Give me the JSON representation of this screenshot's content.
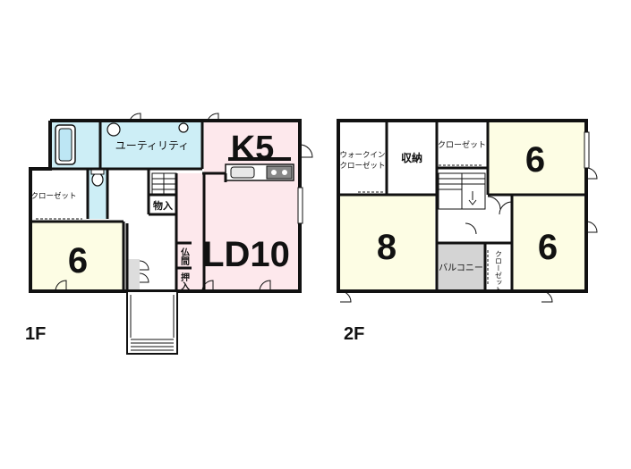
{
  "floor1": {
    "label": "1F",
    "rooms": {
      "utility": "ユーティリティ",
      "closet": "クローゼット",
      "western": "6",
      "kitchen": "K5",
      "living": "LD10",
      "storage": "物入",
      "altar": "仏間",
      "oshiire": "押入"
    }
  },
  "floor2": {
    "label": "2F",
    "rooms": {
      "walkin_line1": "ウォークイン",
      "walkin_line2": "クローゼット",
      "storage": "収納",
      "closet_top": "クローゼット",
      "room_top_right": "6",
      "room_left": "8",
      "room_bottom_right": "6",
      "balcony": "バルコニー",
      "closet_vertical": "クローゼット"
    }
  },
  "colors": {
    "wall": "#111111",
    "western_floor": "#fdfde4",
    "ldk_floor": "#fde8ec",
    "wet_area": "#cdeef6",
    "balcony": "#d4d4d4",
    "tatami": "#dddddd",
    "white": "#ffffff"
  }
}
